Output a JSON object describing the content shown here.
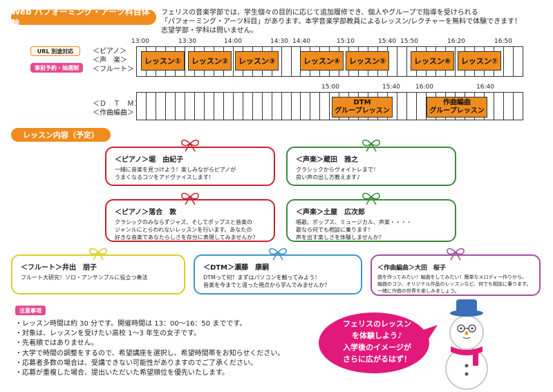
{
  "header": {
    "title": "Web パフォーミング・アーツ科目体験",
    "intro": "フェリスの音楽学部では、学生個々の目的に応じて追加履修でき、個人やグループで指導を受けられる\n「パフォーミング・アーツ科目」があります。本学音楽学部教員によるレッスン/レクチャーを無料で体験できます！\n志望学部・学科は問いません。"
  },
  "tags": {
    "url": "URL 別途対応",
    "pre": "事前予約・抽選制"
  },
  "schedule1": {
    "labels": "＜ピアノ＞\n＜声　楽＞\n＜フルート＞",
    "ticks": [
      "13:00",
      "13:30",
      "14:00",
      "14:30",
      "14:40",
      "15:10",
      "15:40",
      "15:50",
      "16:20",
      "16:50"
    ],
    "lessons": [
      "レッスン①",
      "レッスン②",
      "レッスン③",
      "レッスン④",
      "レッスン⑤",
      "レッスン⑥",
      "レッスン⑦"
    ]
  },
  "schedule2": {
    "labels": "＜Ｄ　Ｔ　Ｍ＞\n＜作曲編曲＞",
    "ticks": [
      "15:00",
      "15:40",
      "16:00",
      "16:40"
    ],
    "lessons": [
      "DTM\nグループレッスン",
      "作曲編曲\nグループレッスン"
    ]
  },
  "section_title": "レッスン内容（予定）",
  "cards": [
    {
      "name": "＜ピアノ＞堀　由紀子",
      "desc": "一緒に音楽を見つけよう！楽しみながらピアノが\nうまくなるコツをアドヴァイスします！"
    },
    {
      "name": "＜声楽＞蔵田　雅之",
      "desc": "クラシックからヴォイトレまで！\n良い声の出し方教えます♪"
    },
    {
      "name": "＜ピアノ＞落合　敦",
      "desc": "クラシックのみならずジャズ、そしてポップスと音楽の\nジャンルにとらわれないレッスンを行います。あなたの\n好きな音楽であなたらしさを存分に表現してみませんか？"
    },
    {
      "name": "＜声楽＞土屋　広次郎",
      "desc": "唱歌、ポップス、ミュージカル、声楽・・・・\n歌なら何でも相談に乗ります！\n声を出す楽しさを体験しませんか？"
    },
    {
      "name": "＜フルート＞井出　朋子",
      "desc": "フルート大研究！ソロ・アンサンブルに役立つ奏法"
    },
    {
      "name": "＜DTM＞瀬藤　康嗣",
      "desc": "DTMって何？まずはパソコンを触ってみよう！\n音楽を今までと違った視点から学んでみませんか？"
    },
    {
      "name": "＜作曲編曲＞大田　桜子",
      "desc": "曲を作ってみたい！編曲をしてみたい！簡単なメロディー作りから、\n編曲のコツ、オリジナル作品のレッスンなど、何でも相談に乗ります。\n一緒に作曲の世界を楽しみましょう。"
    }
  ],
  "notes_tag": "注意事項",
  "notes": [
    "レッスン時間は約 30 分です。開催時間は 13：00〜16：50 までです。",
    "対象は、レッスンを受けたい高校 1〜3 年生の女子です。",
    "先着順ではありません。",
    "大学で時間の調整をするので、希望講座を選択し、希望時間帯をお知らせください。",
    "応募者多数の場合は、受講できない可能性がありますのでご了承ください。",
    "応募が重複した場合、提出いただいた希望順位を優先いたします。"
  ],
  "bubble": "フェリスのレッスン\nを体験しよう♪\n入学後のイメージが\nさらに広がるはず！",
  "colors": {
    "accent": "#f08c1e",
    "pink": "#e74b8d",
    "red": "#c8202a",
    "green": "#3a8a3a",
    "yellow": "#d8cf2a",
    "blue": "#3b95c9",
    "purple": "#a0509e"
  },
  "icons": [
    "ribbon-icon",
    "snowman-icon",
    "speech-bubble-icon"
  ]
}
